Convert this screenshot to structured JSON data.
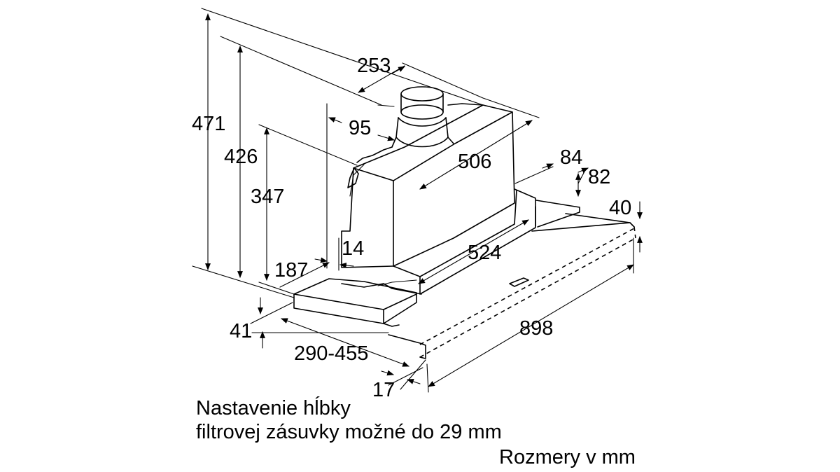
{
  "dimensions": {
    "d471": "471",
    "d426": "426",
    "d347": "347",
    "d253": "253",
    "d95": "95",
    "d506": "506",
    "d84": "84",
    "d82": "82",
    "d40": "40",
    "d14": "14",
    "d524": "524",
    "d187": "187",
    "d898": "898",
    "d41": "41",
    "d290_455": "290-455",
    "d17": "17"
  },
  "notes": {
    "depth_line1": "Nastavenie hĺbky",
    "depth_line2": "filtrovej zásuvky možné do 29 mm",
    "units": "Rozmery v mm"
  }
}
